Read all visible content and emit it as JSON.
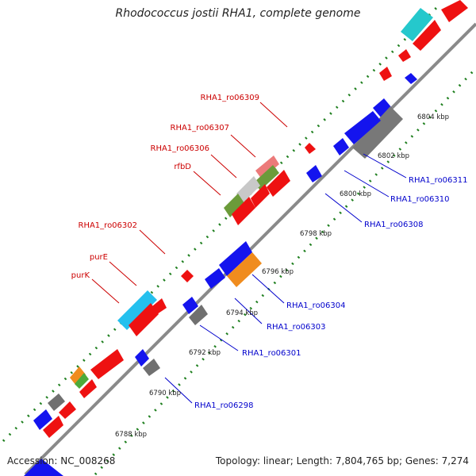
{
  "title": "Rhodococcus jostii RHA1, complete genome",
  "footer": {
    "accession": "Accession: NC_008268",
    "summary": "Topology: linear; Length: 7,804,765 bp; Genes: 7,274"
  },
  "colors": {
    "backbone": "#8a8a8a",
    "forward_label": "#cc0000",
    "reverse_label": "#0000cc",
    "tick": "#1e7f1e"
  },
  "scale_ticks": [
    "6788 kbp",
    "6790 kbp",
    "6792 kbp",
    "6794 kbp",
    "6796 kbp",
    "6798 kbp",
    "6800 kbp",
    "6802 kbp",
    "6804 kbp"
  ],
  "forward_labels": [
    "RHA1_ro06309",
    "RHA1_ro06307",
    "RHA1_ro06306",
    "rfbD",
    "RHA1_ro06302",
    "purE",
    "purK"
  ],
  "reverse_labels": [
    "RHA1_ro06311",
    "RHA1_ro06310",
    "RHA1_ro06308",
    "RHA1_ro06304",
    "RHA1_ro06303",
    "RHA1_ro06301",
    "RHA1_ro06298"
  ]
}
